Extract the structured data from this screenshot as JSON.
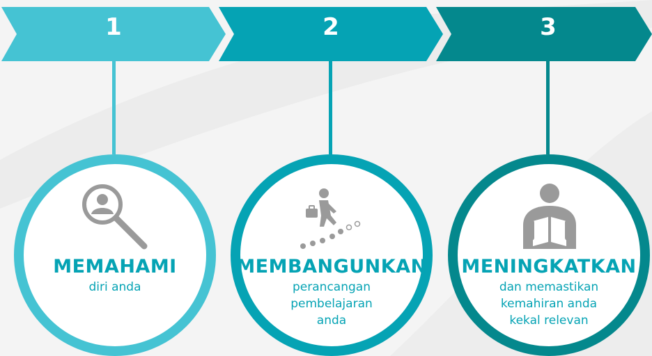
{
  "colors": {
    "step1": "#45c3d3",
    "step2": "#05a3b4",
    "step3": "#04888d",
    "icon": "#9a9a9a"
  },
  "steps": [
    {
      "number": "1",
      "title": "MEMAHAMI",
      "lines": [
        "diri anda"
      ],
      "icon": "magnifier-person-icon"
    },
    {
      "number": "2",
      "title": "MEMBANGUNKAN",
      "lines": [
        "perancangan",
        "pembelajaran",
        "anda"
      ],
      "icon": "climbing-steps-icon"
    },
    {
      "number": "3",
      "title": "MENINGKATKAN",
      "lines": [
        "dan memastikan",
        "kemahiran anda",
        "kekal relevan"
      ],
      "icon": "reading-person-icon"
    }
  ]
}
